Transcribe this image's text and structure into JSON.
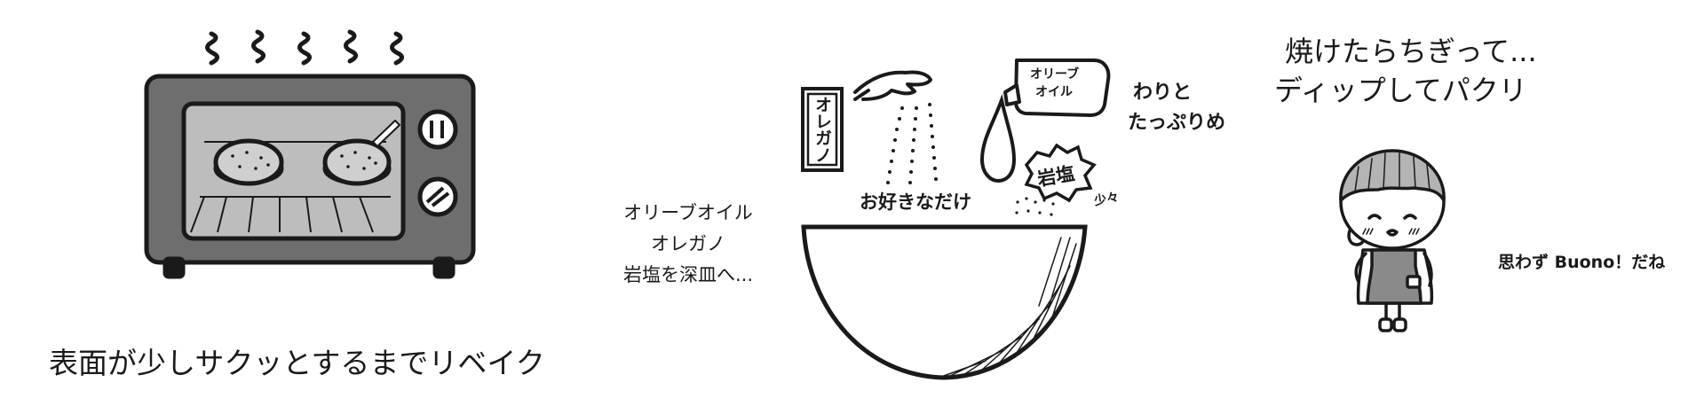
{
  "scene_1": {
    "caption": "表面が少しサクッとするまでリベイク"
  },
  "scene_2": {
    "side_text": [
      "オリーブオイル",
      "オレガノ",
      "岩塩を深皿へ..."
    ],
    "oregano_label": "オレガノ",
    "bottle_label": [
      "オリーブ",
      "オイル"
    ],
    "generous_note": [
      "わりと",
      "たっぷりめ"
    ],
    "to_taste": "お好きなだけ",
    "rock_salt_label": "岩塩",
    "small_amount": "少々"
  },
  "scene_3": {
    "caption": [
      "焼けたらちぎって...",
      "ディップしてパクリ"
    ],
    "reaction": "思わず Buono！だね"
  },
  "colors": {
    "ink": "#1a1a1a",
    "oven_body": "#6e6e6e",
    "oven_window": "#bdbdbd",
    "apron": "#8a8a8a",
    "hair": "#b4b4b4"
  }
}
